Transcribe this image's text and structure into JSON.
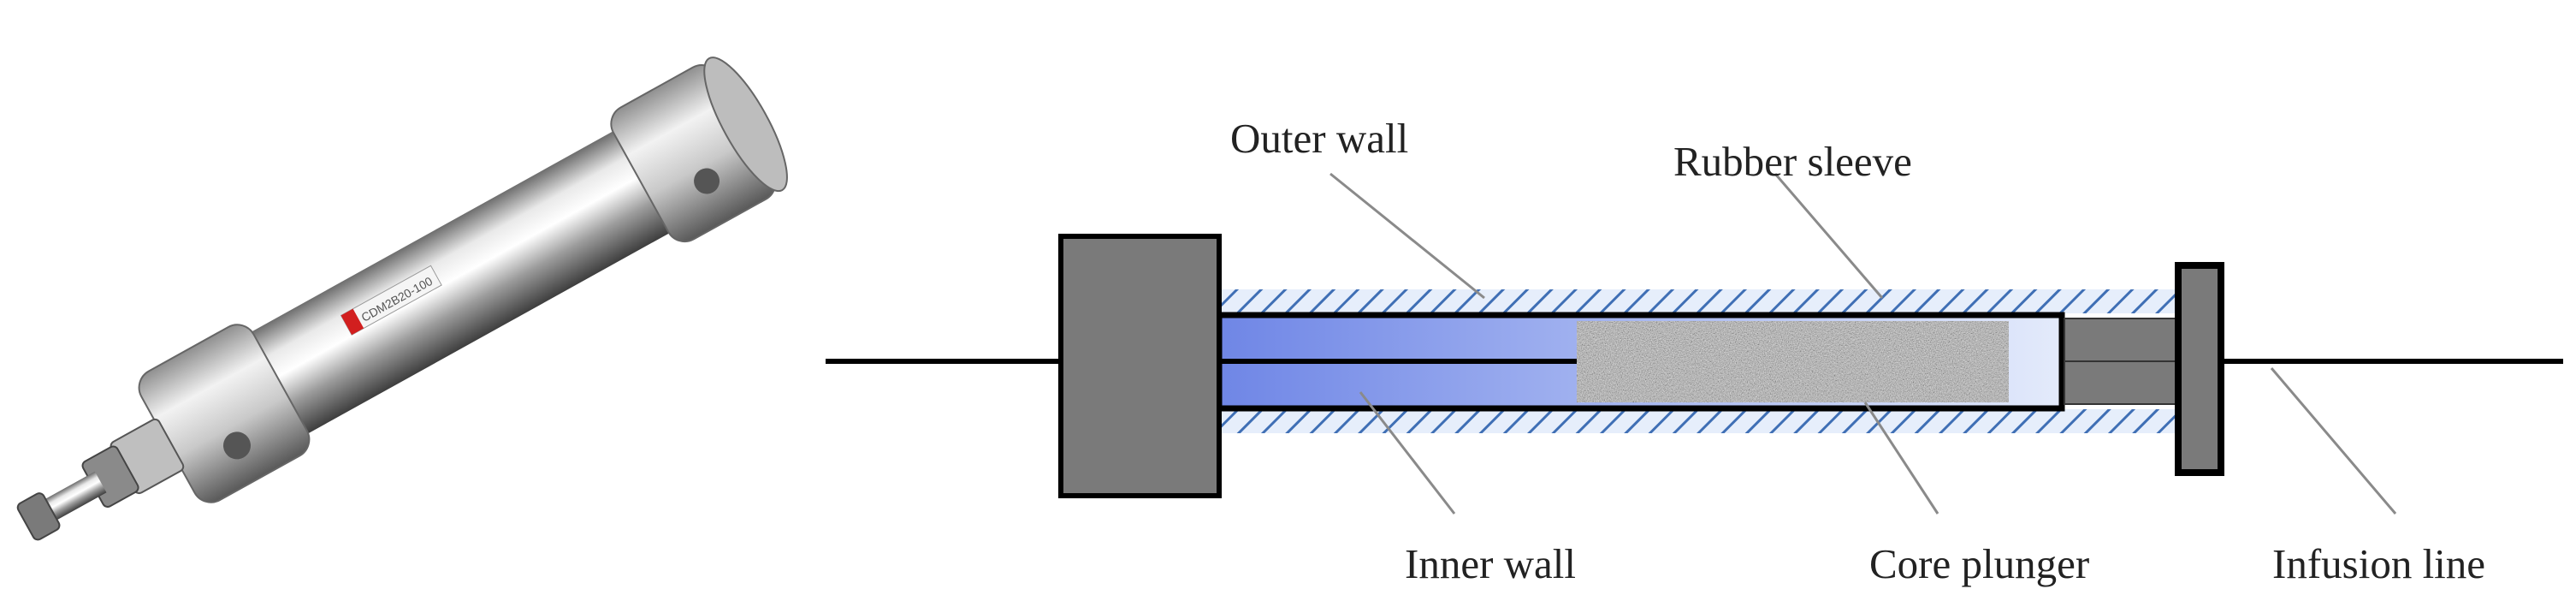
{
  "labels": {
    "outer_wall": "Outer wall",
    "rubber_sleeve": "Rubber sleeve",
    "inner_wall": "Inner wall",
    "core_plunger": "Core plunger",
    "infusion_line": "Infusion line"
  },
  "photo": {
    "subject": "pneumatic cylinder",
    "tag_text": "CDM2B20-100"
  },
  "colors": {
    "block_fill": "#7a7a7a",
    "outline": "#000000",
    "hatch": "#3f6fb5",
    "hatch_bg": "#e6eefb",
    "inner_light": "#e4ebfb",
    "inner_dark": "#6f86e6",
    "plunger": "#b3b3b3",
    "leader_line": "#8a8a8a",
    "text": "#222222"
  }
}
